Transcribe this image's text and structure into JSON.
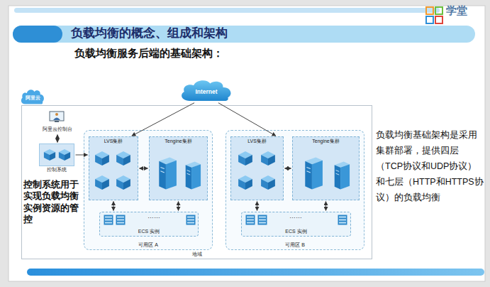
{
  "diagram": {
    "title": "负载均衡的概念、组成和架构",
    "nodes": [
      {
        "text": [
          "地域"
        ]
      },
      {
        "text": [
          "阿里云"
        ]
      },
      {
        "text": [
          "Internet"
        ]
      },
      {
        "text": [
          "阿里云控制台"
        ],
        "in": 0
      },
      {
        "text": [
          "控制系统"
        ],
        "in": 0
      },
      {
        "text": [
          "可用区 A"
        ],
        "in": 0
      },
      {
        "text": [
          "LVS集群"
        ],
        "in": 5
      },
      {
        "text": [
          "Tengine集群"
        ],
        "in": 5
      },
      {
        "text": [
          "ECS 实例"
        ],
        "in": 5
      },
      {
        "text": [
          "可用区 B"
        ],
        "in": 0
      },
      {
        "text": [
          "LVS集群"
        ],
        "in": 9
      },
      {
        "text": [
          "Tengine集群"
        ],
        "in": 9
      },
      {
        "text": [
          "ECS 实例"
        ],
        "in": 9
      }
    ],
    "edges": [
      {
        "from": 2,
        "to": 6,
        "arrow": "to"
      },
      {
        "from": 2,
        "to": 10,
        "arrow": "to"
      },
      {
        "from": 3,
        "to": 4,
        "arrow": "both"
      },
      {
        "from": 4,
        "to": 6,
        "arrow": "to"
      },
      {
        "from": 6,
        "to": 7,
        "arrow": "both"
      },
      {
        "from": 6,
        "to": 8,
        "arrow": "both"
      },
      {
        "from": 7,
        "to": 8,
        "arrow": "both"
      },
      {
        "from": 10,
        "to": 11,
        "arrow": "both"
      },
      {
        "from": 10,
        "to": 12,
        "arrow": "both"
      },
      {
        "from": 11,
        "to": 12,
        "arrow": "both"
      }
    ],
    "labels": [
      "负载均衡服务后端的基础架构：",
      "控制系统用于实现负载均衡实例资源的管控",
      "负载均衡基础架构是采用集群部署，提供四层（TCP协议和UDP协议）和七层（HTTP和HTTPS协议）的负载均衡",
      "……",
      "……",
      "学堂"
    ]
  }
}
